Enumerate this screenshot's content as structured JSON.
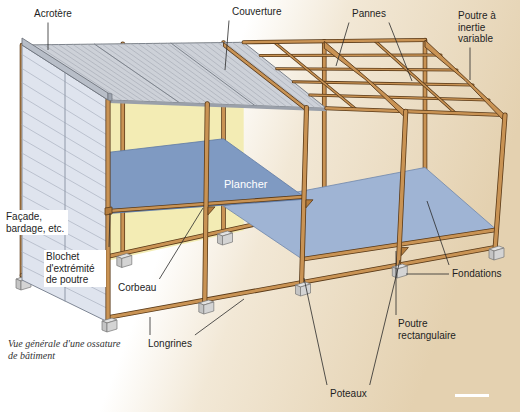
{
  "diagram": {
    "caption": "Vue générale d'une ossature de bâtiment",
    "labels": [
      "Acrotère",
      "Couverture",
      "Pannes",
      "Poutre à inertie variable",
      "Plancher",
      "Façade, bardage, etc.",
      "Blochet d'extrémité de poutre",
      "Corbeau",
      "Longrines",
      "Fondations",
      "Poutre rectangulaire",
      "Poteaux"
    ]
  }
}
